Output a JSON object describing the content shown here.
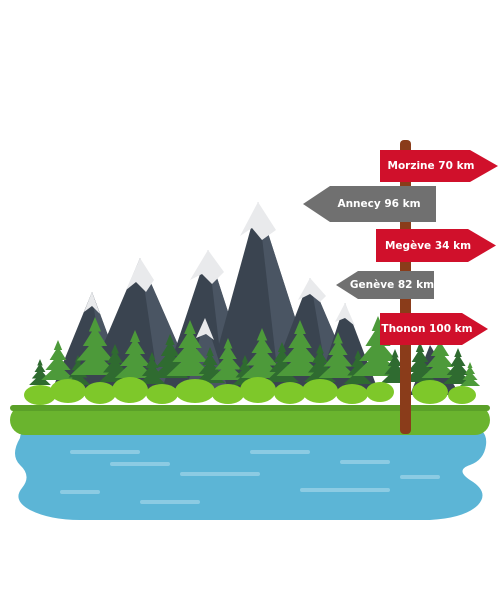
{
  "signpost": {
    "signs": [
      {
        "label": "Morzine 70 km",
        "direction": "right",
        "color": "#d0102b"
      },
      {
        "label": "Annecy 96 km",
        "direction": "left",
        "color": "#707070"
      },
      {
        "label": "Megève 34 km",
        "direction": "right",
        "color": "#d0102b"
      },
      {
        "label": "Genève 82 km",
        "direction": "left",
        "color": "#707070"
      },
      {
        "label": "Thonon 100 km",
        "direction": "right",
        "color": "#d0102b"
      }
    ],
    "post_color": "#8a3c1a"
  },
  "palette": {
    "mountain": "#3a4450",
    "mountain_light": "#4a5563",
    "snow": "#e9eaec",
    "tree_dark": "#2f6b30",
    "tree_light": "#4d9a3a",
    "bush": "#7ec82a",
    "grass": "#6ab42e",
    "water": "#5cb5d6",
    "water_light": "#8ccbe3"
  }
}
